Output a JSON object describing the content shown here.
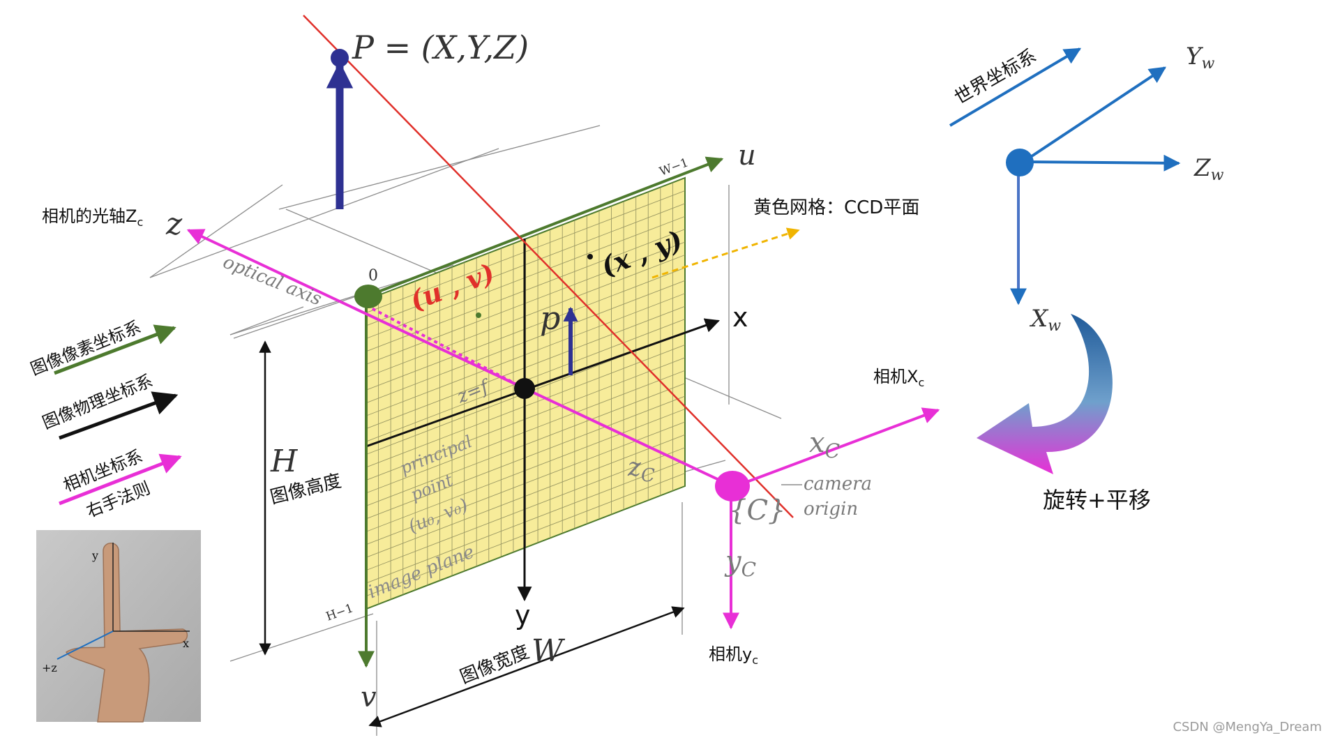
{
  "colors": {
    "green": "#4d7a2e",
    "magenta": "#e82fd6",
    "red": "#e0302a",
    "navy": "#2e3192",
    "blue": "#1f6fbf",
    "grid_fill": "#f7ec9a",
    "grid_line": "#8a8a5a",
    "orange": "#f0b400",
    "gray": "#8c8c8c",
    "black": "#111111"
  },
  "labels": {
    "point_P": "P = (X,Y,Z)",
    "axis_u": "u",
    "axis_v": "v",
    "w_minus_1": "W−1",
    "h_minus_1": "H−1",
    "origin_0": "0",
    "camera_optical_axis": "相机的光轴Z",
    "camera_optical_axis_sub": "c",
    "axis_z": "z",
    "optical_axis_text": "optical axis",
    "uv_point": "(u , v)",
    "xy_point": "(x , y)",
    "p_label": "p",
    "x_axis": "x",
    "y_axis": "y",
    "zf_label": "z=f",
    "principal_point_1": "principal",
    "principal_point_2": "point",
    "principal_point_3": "(u₀, v₀)",
    "image_plane": "image plane",
    "H_label": "H",
    "image_height": "图像高度",
    "W_label": "W",
    "image_width": "图像宽度",
    "yellow_grid": "黄色网格：CCD平面",
    "camera_xc_label": "相机X",
    "camera_xc_sub": "c",
    "camera_yc_label": "相机y",
    "camera_yc_sub": "c",
    "xc_axis": "x",
    "xc_axis_sub": "C",
    "zc_axis": "z",
    "zc_axis_sub": "C",
    "yc_axis": "y",
    "yc_axis_sub": "C",
    "C_label": "{C}",
    "camera_origin_1": "camera",
    "camera_origin_2": "origin",
    "world_label": "世界坐标系",
    "Yw": "Y",
    "Yw_sub": "w",
    "Zw": "Z",
    "Zw_sub": "w",
    "Xw": "X",
    "Xw_sub": "w",
    "rot_trans": "旋转+平移",
    "legend_pixel": "图像像素坐标系",
    "legend_physical": "图像物理坐标系",
    "legend_camera": "相机坐标系",
    "right_hand": "右手法则",
    "hand_y": "y",
    "hand_x": "x",
    "hand_z": "+z",
    "watermark": "CSDN @MengYa_Dream"
  }
}
